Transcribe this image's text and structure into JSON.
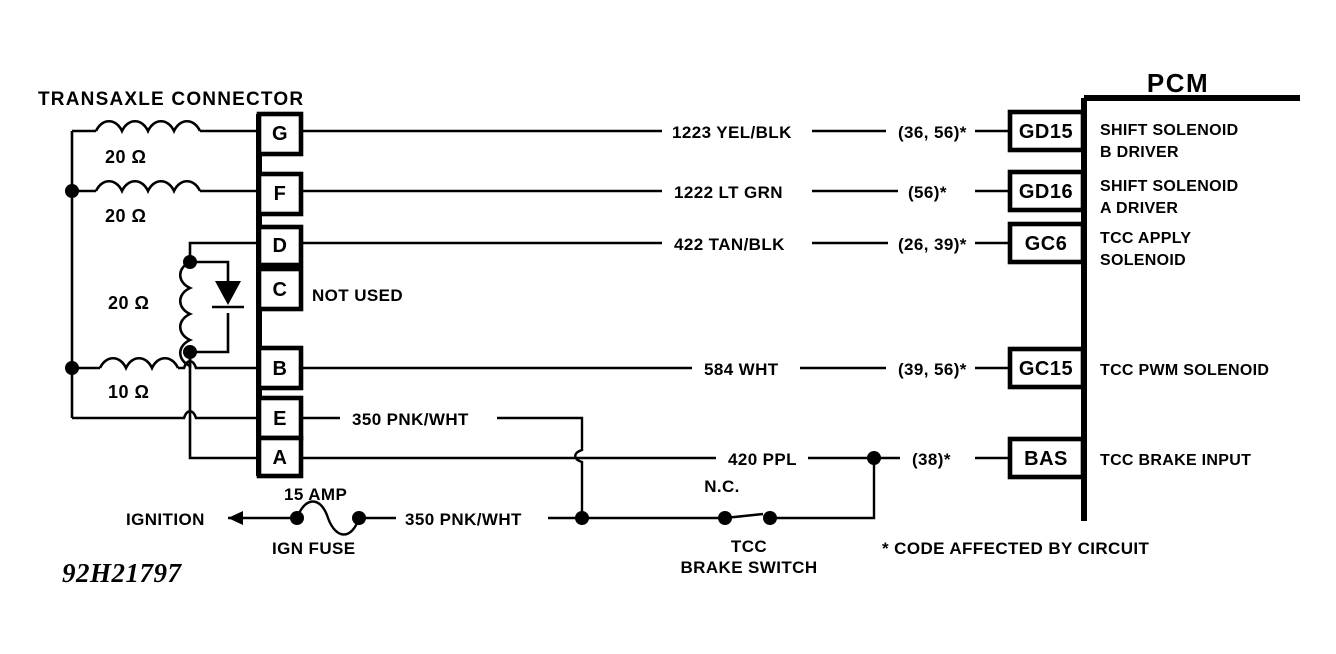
{
  "diagram": {
    "connector_title": "TRANSAXLE CONNECTOR",
    "module_title": "PCM",
    "not_used_label": "NOT USED",
    "footnote": "* CODE AFFECTED BY CIRCUIT",
    "drawing_code": "92H21797",
    "ignition_label": "IGNITION",
    "fuse_rating": "15 AMP",
    "fuse_name": "IGN FUSE",
    "fuse_feed_wire": "350 PNK/WHT",
    "switch_state": "N.C.",
    "switch_name_line1": "TCC",
    "switch_name_line2": "BRAKE SWITCH",
    "colors": {
      "ink": "#000000",
      "paper": "#ffffff"
    }
  },
  "resistors": [
    {
      "value": "20 Ω",
      "pin": "G"
    },
    {
      "value": "20 Ω",
      "pin": "F"
    },
    {
      "value": "20 Ω",
      "pin": "D"
    },
    {
      "value": "10 Ω",
      "pin": "B"
    }
  ],
  "connector_pins": [
    {
      "id": "G",
      "label": "G"
    },
    {
      "id": "F",
      "label": "F"
    },
    {
      "id": "D",
      "label": "D"
    },
    {
      "id": "C",
      "label": "C"
    },
    {
      "id": "B",
      "label": "B"
    },
    {
      "id": "E",
      "label": "E"
    },
    {
      "id": "A",
      "label": "A"
    }
  ],
  "circuits": [
    {
      "pin": "G",
      "wire": "1223 YEL/BLK",
      "codes": "(36, 56)*",
      "pcm_pin": "GD15",
      "function_line1": "SHIFT SOLENOID",
      "function_line2": "B DRIVER"
    },
    {
      "pin": "F",
      "wire": "1222 LT GRN",
      "codes": "(56)*",
      "pcm_pin": "GD16",
      "function_line1": "SHIFT SOLENOID",
      "function_line2": "A DRIVER"
    },
    {
      "pin": "D",
      "wire": "422 TAN/BLK",
      "codes": "(26, 39)*",
      "pcm_pin": "GC6",
      "function_line1": "TCC APPLY",
      "function_line2": "SOLENOID"
    },
    {
      "pin": "B",
      "wire": "584 WHT",
      "codes": "(39, 56)*",
      "pcm_pin": "GC15",
      "function_line1": "TCC PWM SOLENOID",
      "function_line2": ""
    },
    {
      "pin": "E",
      "wire": "350 PNK/WHT",
      "codes": "",
      "pcm_pin": "",
      "function_line1": "",
      "function_line2": ""
    },
    {
      "pin": "A",
      "wire": "420 PPL",
      "codes": "(38)*",
      "pcm_pin": "BAS",
      "function_line1": "TCC BRAKE INPUT",
      "function_line2": ""
    }
  ]
}
